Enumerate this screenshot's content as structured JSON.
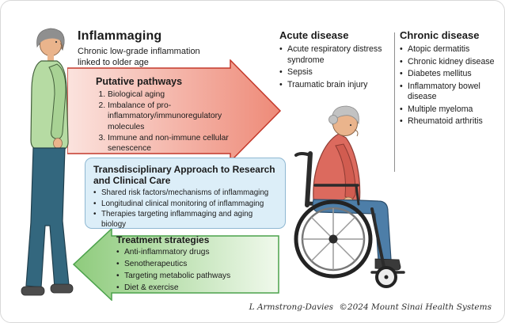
{
  "header": {
    "title": "Inflammaging",
    "subtitle": "Chronic low-grade inflammation linked to older age"
  },
  "putative_pathways": {
    "title": "Putative pathways",
    "items": [
      "Biological aging",
      "Imbalance of pro-inflammatory/immunoregulatory molecules",
      "Immune and non-immune cellular senescence"
    ]
  },
  "acute_disease": {
    "title": "Acute disease",
    "items": [
      "Acute respiratory distress syndrome",
      "Sepsis",
      "Traumatic brain injury"
    ]
  },
  "chronic_disease": {
    "title": "Chronic disease",
    "items": [
      "Atopic dermatitis",
      "Chronic kidney disease",
      "Diabetes mellitus",
      "Inflammatory bowel disease",
      "Multiple myeloma",
      "Rheumatoid arthritis"
    ]
  },
  "transdisciplinary": {
    "title": "Transdisciplinary Approach to Research and Clinical Care",
    "items": [
      "Shared risk factors/mechanisms of inflammaging",
      "Longitudinal clinical monitoring of inflammaging",
      "Therapies targeting inflammaging and aging biology"
    ]
  },
  "treatment": {
    "title": "Treatment strategies",
    "items": [
      "Anti-inflammatory drugs",
      "Senotherapeutics",
      "Targeting metabolic pathways",
      "Diet & exercise"
    ]
  },
  "credit": {
    "artist": "L Armstrong-Davies",
    "copyright": "©2024 Mount Sinai Health Systems"
  },
  "colors": {
    "pathway_arrow_fill": "#ee8a78",
    "pathway_arrow_border": "#c4392b",
    "treatment_arrow_fill": "#8ecb7c",
    "treatment_arrow_border": "#4ba24b",
    "care_box_fill": "#dceef8",
    "care_box_border": "#8fb8d2"
  },
  "illustrations": {
    "left_figure": "elderly person standing",
    "right_figure": "elderly person seated in wheelchair"
  }
}
